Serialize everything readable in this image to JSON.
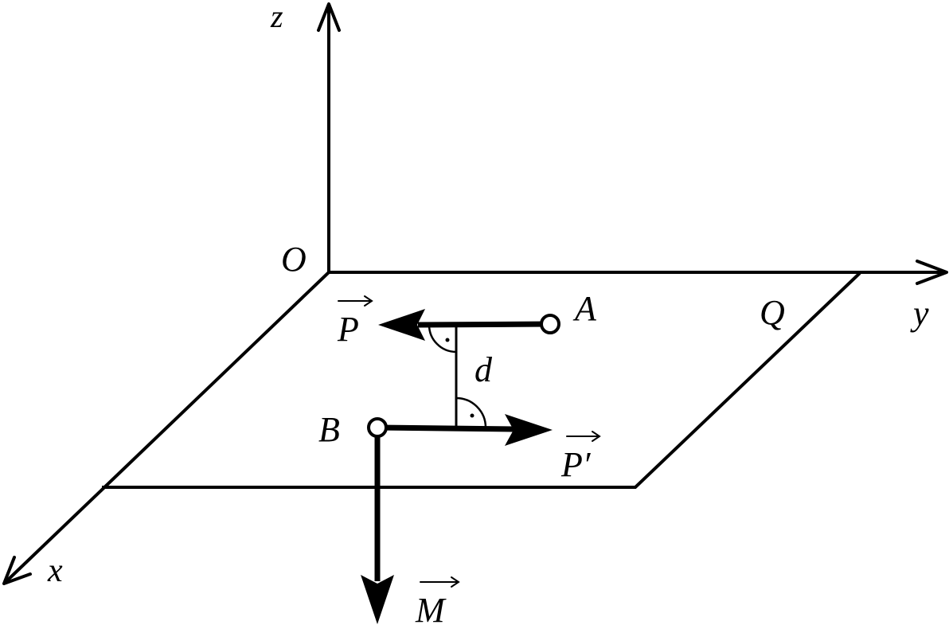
{
  "labels": {
    "z_axis": "z",
    "y_axis": "y",
    "x_axis": "x",
    "origin": "O",
    "plane": "Q",
    "point_a": "A",
    "point_b": "B",
    "distance": "d",
    "force_p": "P",
    "force_p_prime": "P′",
    "moment": "M"
  },
  "colors": {
    "ink": "#000000",
    "background": "#ffffff"
  }
}
